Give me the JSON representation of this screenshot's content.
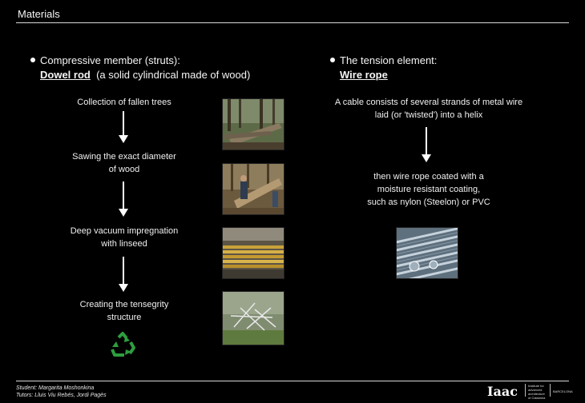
{
  "header": {
    "title": "Materials"
  },
  "left": {
    "bullet_text": "Compressive member (struts):",
    "subtitle_bold": "Dowel rod",
    "subtitle_rest": "(a solid cylindrical made of wood)",
    "steps": [
      "Collection of fallen trees",
      "Sawing the exact diameter\nof wood",
      "Deep vacuum impregnation\nwith linseed",
      "Creating the tensegrity\nstructure"
    ]
  },
  "right": {
    "bullet_text": "The tension element:",
    "subtitle_bold": "Wire rope",
    "text1_line1": "A cable consists of several strands of metal wire",
    "text1_line2": "laid (or 'twisted') into a helix",
    "text2_line1": "then wire rope coated with a",
    "text2_line2": "moisture resistant coating,",
    "text2_line3": "such as nylon (Steelon) or PVC"
  },
  "footer": {
    "student": "Student: Margarita Moshonkina",
    "tutors": "Tutors: Lluis Viu Rebés, Jordi Pagès",
    "logo_text": "Iaac",
    "logo_sub_1": "Institute for",
    "logo_sub_2": "advanced",
    "logo_sub_3": "architecture",
    "logo_sub_4": "of Catalonia",
    "city": "BARCELONA"
  },
  "colors": {
    "background": "#000000",
    "text": "#f2f2f2",
    "recycle": "#2e9e3e"
  }
}
